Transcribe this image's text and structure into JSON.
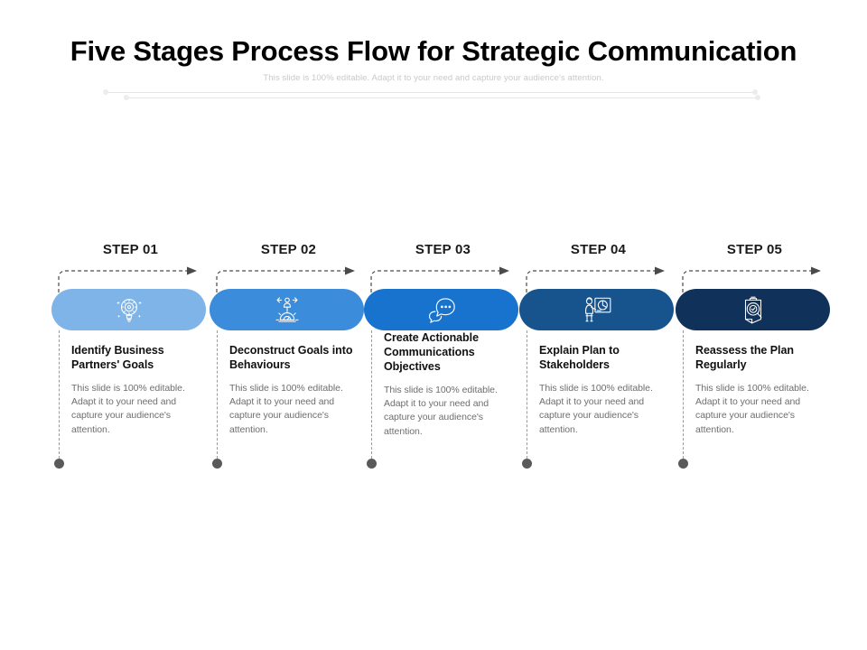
{
  "slide": {
    "title": "Five Stages Process Flow for Strategic Communication",
    "subtitle": "This slide is 100% editable. Adapt it to your need and capture your audience's attention."
  },
  "palette": {
    "step1": "#7FB4E8",
    "step2": "#3C8CDC",
    "step3": "#1773CE",
    "step4": "#17538C",
    "step5": "#10325A",
    "connector": "#4a4a4a",
    "dot": "#5a5a5a",
    "heading": "#111111",
    "body_text": "#6e6e6e",
    "subtitle": "#c9c9c9"
  },
  "steps": [
    {
      "label": "STEP 01",
      "heading": "Identify Business Partners' Goals",
      "description": "This slide is 100% editable. Adapt it to your need and capture your audience's attention.",
      "icon": "lightbulb-gear-icon",
      "color": "#7FB4E8"
    },
    {
      "label": "STEP 02",
      "heading": "Deconstruct Goals into Behaviours",
      "description": "This slide is 100% editable. Adapt it to your need and capture your audience's attention.",
      "icon": "person-arrows-gear-icon",
      "color": "#3C8CDC"
    },
    {
      "label": "STEP 03",
      "heading": "Create Actionable Communications Objectives",
      "description": "This slide is 100% editable. Adapt it to your need and capture your audience's attention.",
      "icon": "speech-bubbles-icon",
      "color": "#1773CE"
    },
    {
      "label": "STEP 04",
      "heading": "Explain Plan to Stakeholders",
      "description": "This slide is 100% editable. Adapt it to your need and capture your audience's attention.",
      "icon": "presenter-chart-board-icon",
      "color": "#17538C"
    },
    {
      "label": "STEP 05",
      "heading": "Reassess the Plan Regularly",
      "description": "This slide is 100% editable. Adapt it to your need and capture your audience's attention.",
      "icon": "clipboard-magnifier-check-icon",
      "color": "#10325A"
    }
  ]
}
